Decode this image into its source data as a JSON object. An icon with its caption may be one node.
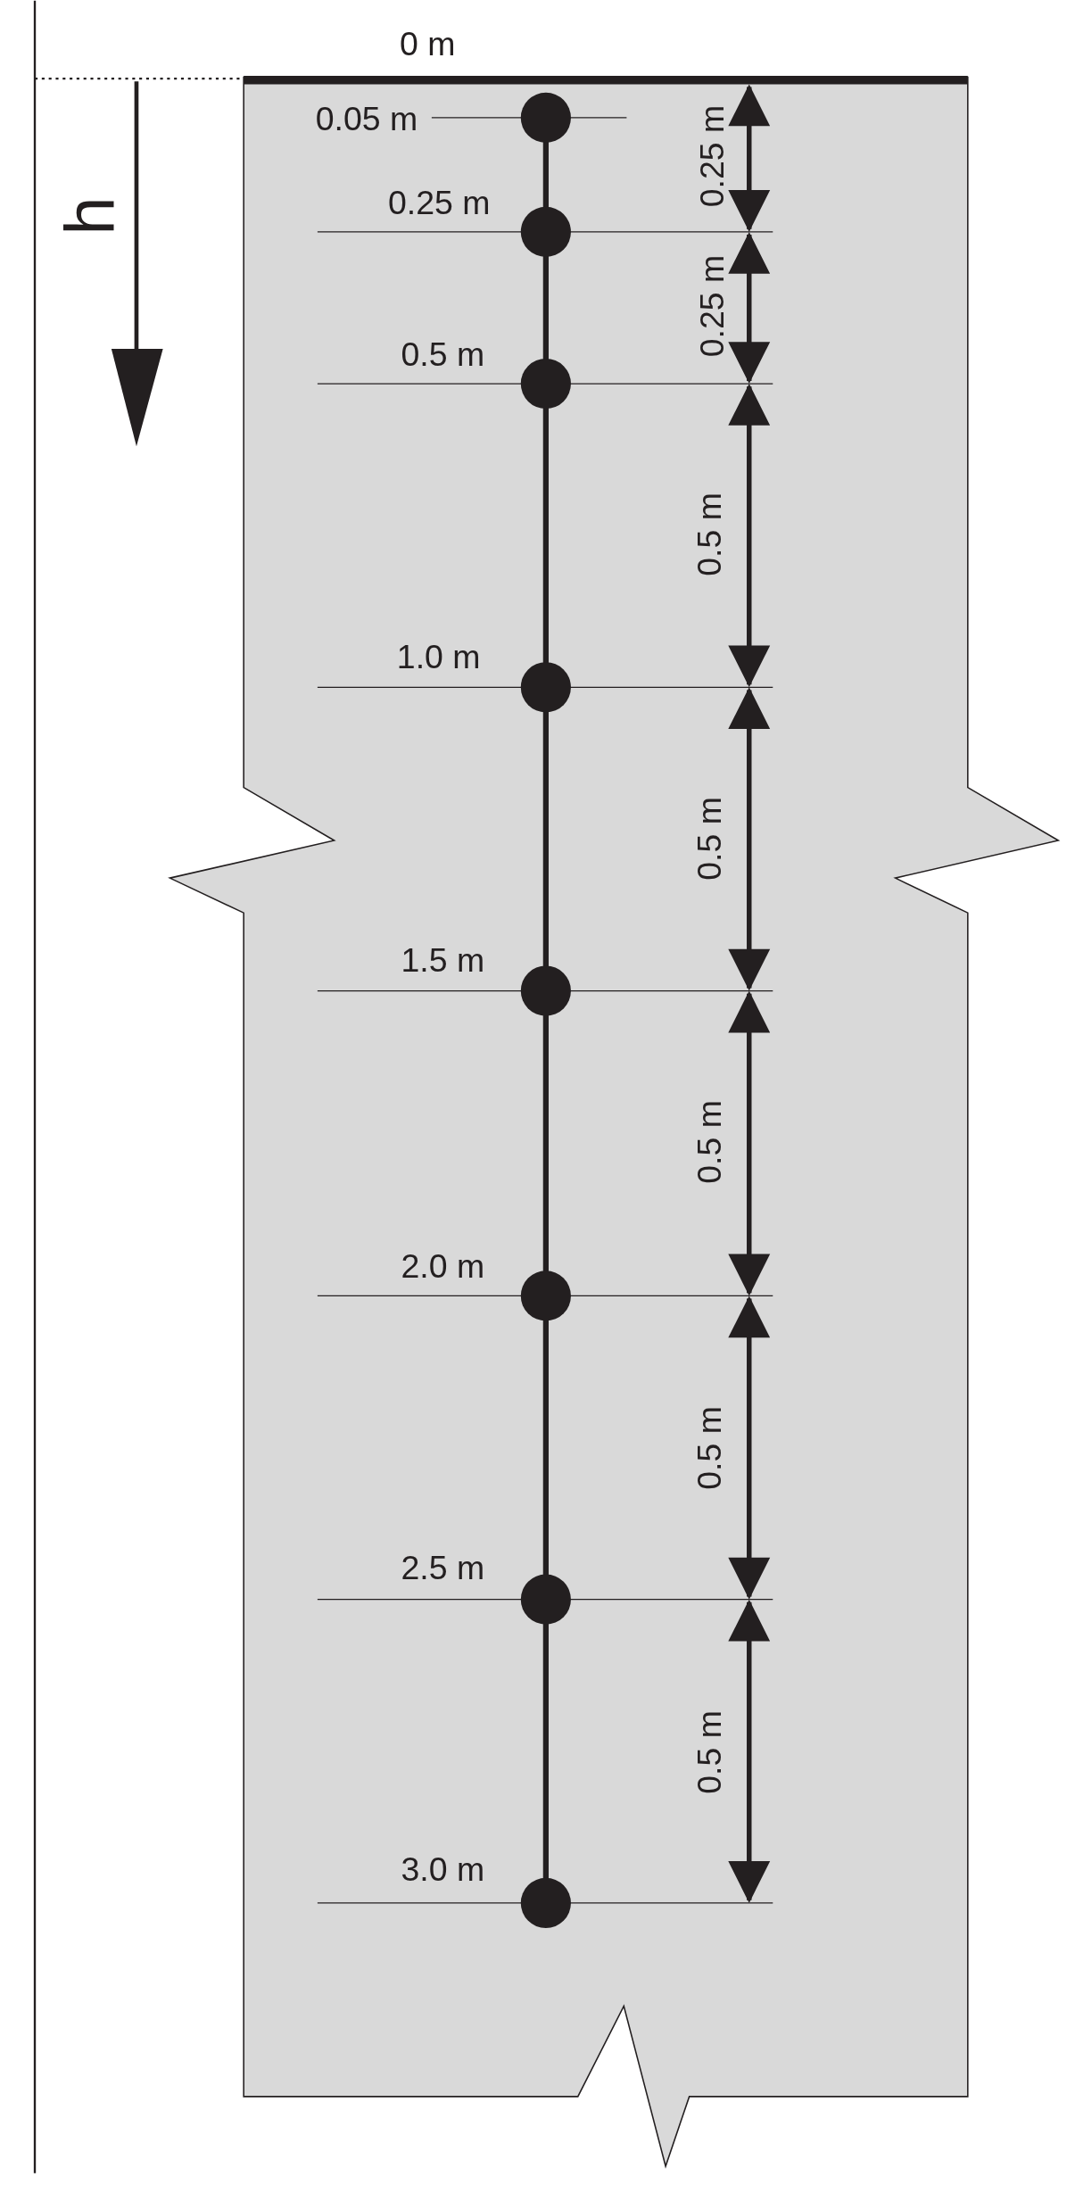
{
  "diagram": {
    "labels": [
      "0 m",
      "0.05 m",
      "0.25 m",
      "h",
      "0.25 m",
      "0.25 m",
      "0.5 m",
      "0.5 m",
      "1.0 m",
      "0.5 m",
      "1.5 m",
      "0.5 m",
      "2.0 m",
      "0.5 m",
      "2.5 m",
      "0.5 m",
      "3.0 m"
    ]
  }
}
